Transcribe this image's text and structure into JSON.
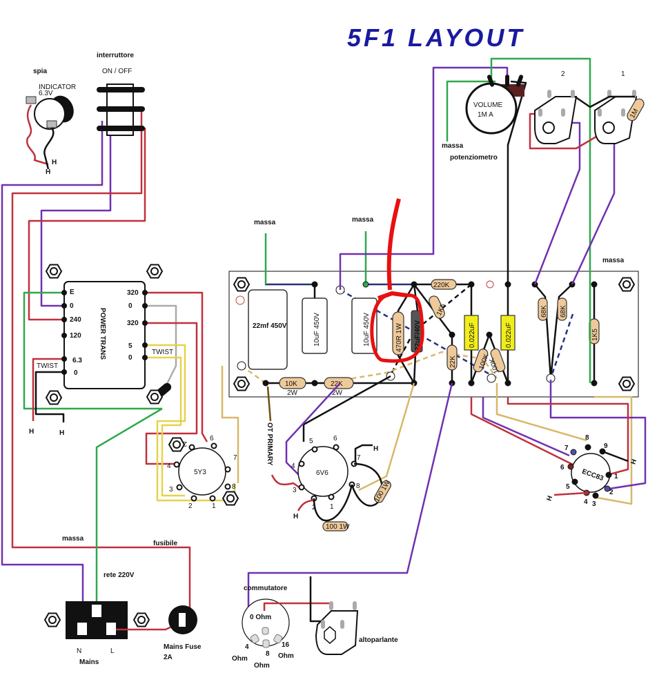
{
  "title": "5F1 LAYOUT",
  "indicator": {
    "label": "spia",
    "name": "INDICATOR",
    "voltage": "6.3V",
    "heater": [
      "H",
      "H"
    ]
  },
  "switch": {
    "label": "interruttore",
    "state": "ON / OFF"
  },
  "transformer": {
    "name": "POWER TRANS",
    "primary_taps": [
      "E",
      "0",
      "240",
      "120",
      "6.3",
      "0"
    ],
    "secondary_taps": [
      "320",
      "0",
      "320",
      "5",
      "0"
    ],
    "twist": "TWIST",
    "heater": [
      "H",
      "H"
    ]
  },
  "ground_labels": {
    "board_left": "massa",
    "board_mid": "massa",
    "pots": "massa",
    "board_right": "massa",
    "mains": "massa"
  },
  "board": {
    "filter_cap_main": "22mf 450V",
    "filter_caps": [
      "10uF 450V",
      "10uF 450V"
    ],
    "dropping_resistors": [
      {
        "value": "10K",
        "rating": "2W"
      },
      {
        "value": "22K",
        "rating": "2W"
      }
    ],
    "cathode_resistor": "470R 1W",
    "cathode_cap": "22uF/40V",
    "resistors": [
      "220K",
      "1K5",
      "22K",
      "100K",
      "100K",
      "68K",
      "68K",
      "1K5"
    ],
    "coupling_caps": [
      "0.022uF",
      "0.022uF"
    ]
  },
  "tubes": {
    "rectifier": {
      "name": "5Y3",
      "pins": [
        "2",
        "4",
        "6",
        "8",
        "3",
        "7",
        "1"
      ]
    },
    "power": {
      "name": "6V6",
      "pins": [
        "5",
        "6",
        "7",
        "4",
        "8",
        "3",
        "2",
        "1"
      ],
      "heater": [
        "H",
        "H"
      ],
      "resistors": [
        "100 1W",
        "100 1W"
      ]
    },
    "preamp": {
      "name": "ECC83",
      "pins": [
        "8",
        "9",
        "7",
        "6",
        "1",
        "5",
        "2",
        "4",
        "3"
      ],
      "heater": [
        "H",
        "H"
      ]
    }
  },
  "output_transformer": "OT PRIMARY",
  "pots": {
    "volume": "VOLUME",
    "volume_value": "1M A",
    "label": "potenziometro",
    "inputs": [
      "2",
      "1"
    ],
    "input_resistor": "1M"
  },
  "mains": {
    "fuse_label": "fusibile",
    "rete": "rete 220V",
    "socket_labels": [
      "N",
      "L"
    ],
    "socket_title": "Mains",
    "fuse_title": "Mains Fuse",
    "fuse_rating": "2A"
  },
  "speaker": {
    "switch_label": "commutatore",
    "zero": "0 Ohm",
    "taps": [
      "4",
      "8",
      "16"
    ],
    "unit": "Ohm",
    "label": "altoparlante"
  },
  "colors": {
    "title": "#1a1aa0",
    "ground_label": "#2ea84a",
    "mains_label": "#c0303c",
    "pot_label": "#7030b0",
    "speaker_label": "#20a0c0",
    "annotation": "#e81010"
  }
}
